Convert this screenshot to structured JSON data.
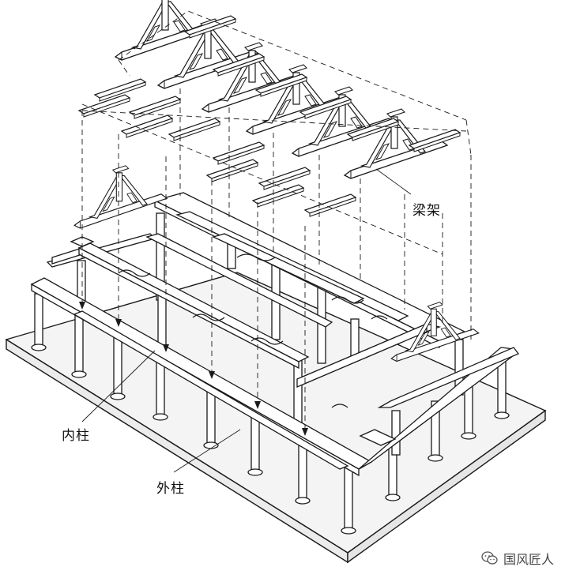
{
  "labels": {
    "beam_frame": "梁架",
    "inner_column": "内柱",
    "outer_column": "外柱"
  },
  "watermark": {
    "text": "国风匠人",
    "icon": "wechat-icon"
  },
  "colors": {
    "line": "#1a1a1a",
    "paper": "#ffffff",
    "base_fill": "#f4f4f4"
  }
}
